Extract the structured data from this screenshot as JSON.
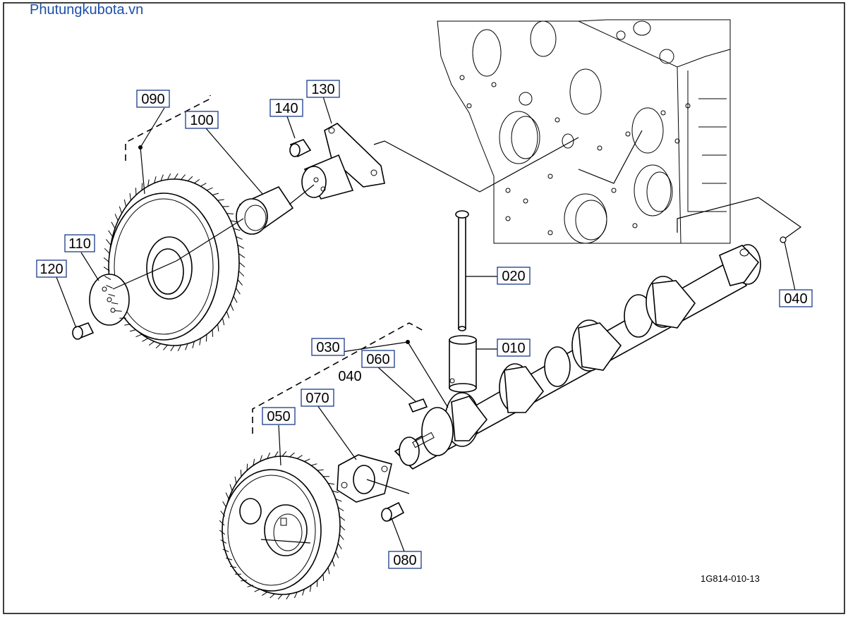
{
  "watermark": "Phutungkubota.vn",
  "diagram_code": "1G814-010-13",
  "callouts": {
    "p010": "010",
    "p020": "020",
    "p030": "030",
    "p040_right": "040",
    "p040_loose": "040",
    "p050": "050",
    "p060": "060",
    "p070": "070",
    "p080": "080",
    "p090": "090",
    "p100": "100",
    "p110": "110",
    "p120": "120",
    "p130": "130",
    "p140": "140"
  }
}
